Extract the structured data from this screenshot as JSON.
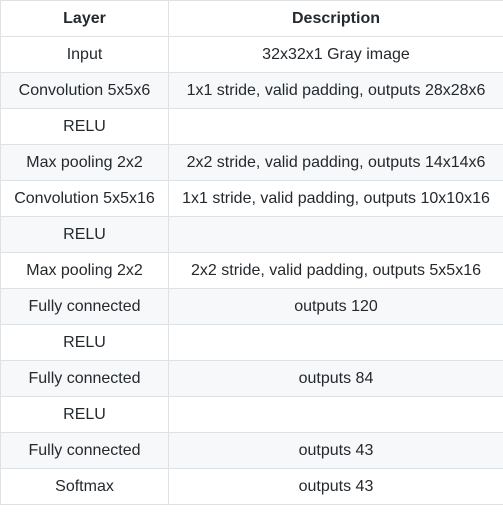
{
  "table": {
    "headers": [
      "Layer",
      "Description"
    ],
    "rows": [
      {
        "layer": "Input",
        "description": "32x32x1 Gray image"
      },
      {
        "layer": "Convolution 5x5x6",
        "description": "1x1 stride, valid padding, outputs 28x28x6"
      },
      {
        "layer": "RELU",
        "description": ""
      },
      {
        "layer": "Max pooling 2x2",
        "description": "2x2 stride, valid padding, outputs 14x14x6"
      },
      {
        "layer": "Convolution 5x5x16",
        "description": "1x1 stride, valid padding, outputs 10x10x16"
      },
      {
        "layer": "RELU",
        "description": ""
      },
      {
        "layer": "Max pooling 2x2",
        "description": "2x2 stride, valid padding, outputs 5x5x16"
      },
      {
        "layer": "Fully connected",
        "description": "outputs 120"
      },
      {
        "layer": "RELU",
        "description": ""
      },
      {
        "layer": "Fully connected",
        "description": "outputs 84"
      },
      {
        "layer": "RELU",
        "description": ""
      },
      {
        "layer": "Fully connected",
        "description": "outputs 43"
      },
      {
        "layer": "Softmax",
        "description": "outputs 43"
      }
    ]
  }
}
